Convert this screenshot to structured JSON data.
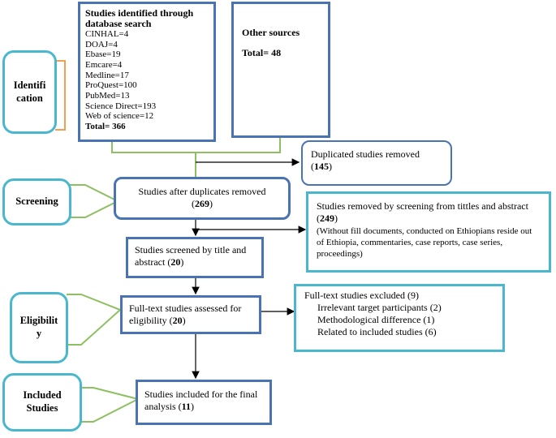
{
  "stages": {
    "identification": "Identifi cation",
    "screening": "Screening",
    "eligibility": "Eligibilit y",
    "included": "Included Studies"
  },
  "database_search": {
    "title": "Studies identified through database search",
    "sources": [
      "CINHAL=4",
      "DOAJ=4",
      "Ebase=19",
      "Emcare=4",
      "Medline=17",
      "ProQuest=100",
      "PubMed=13",
      "Science Direct=193",
      "Web of science=12"
    ],
    "total": "Total= 366"
  },
  "other_sources": {
    "title": "Other sources",
    "total": "Total= 48"
  },
  "duplicates_removed": {
    "label": "Duplicated studies removed",
    "count": "145"
  },
  "after_duplicates": {
    "label": "Studies after duplicates removed",
    "count": "269"
  },
  "removed_by_screening": {
    "label": "Studies removed by screening from tittles and abstract",
    "count": "249",
    "note": "(Without fill documents, conducted on Ethiopians reside out of Ethiopia, commentaries, case reports, case series, proceedings)"
  },
  "screened": {
    "label": "Studies screened by title and abstract",
    "count": "20"
  },
  "fulltext_assessed": {
    "label": "Full-text studies assessed for eligibility",
    "count": "20"
  },
  "fulltext_excluded": {
    "title": "Full-text studies excluded (9)",
    "reasons": [
      "Irrelevant target participants (2)",
      "Methodological difference (1)",
      "Related to included  studies (6)"
    ]
  },
  "included_final": {
    "label": "Studies included for the final analysis",
    "count": "11"
  },
  "colors": {
    "box_border": "#4a73b3",
    "stage_border": "#4bb7cf",
    "bracket_orange": "#f0a050",
    "bracket_green": "#8cc060"
  }
}
